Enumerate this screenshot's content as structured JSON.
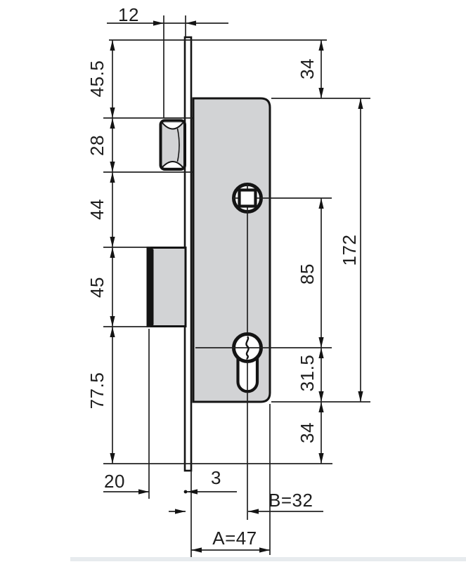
{
  "dims": {
    "latch_protrusion": "12",
    "left": {
      "top_to_latch": "45.5",
      "latch_height": "28",
      "latch_to_bolt": "44",
      "bolt_height": "45",
      "bolt_to_bottom": "77.5"
    },
    "right": {
      "top_offset": "34",
      "spindle_to_cylinder": "85",
      "case_height": "172",
      "cylinder_to_bottom": "31.5",
      "bottom_offset": "34"
    },
    "bottom": {
      "bolt_throw": "20",
      "faceplate_thickness": "3",
      "backset": "B=32",
      "case_depth": "A=47"
    }
  },
  "colors": {
    "line": "#222222",
    "part_outline": "#141414",
    "part_fill": "#d2d3d5",
    "background": "#ffffff",
    "edge_strip": "#e7ebee"
  }
}
